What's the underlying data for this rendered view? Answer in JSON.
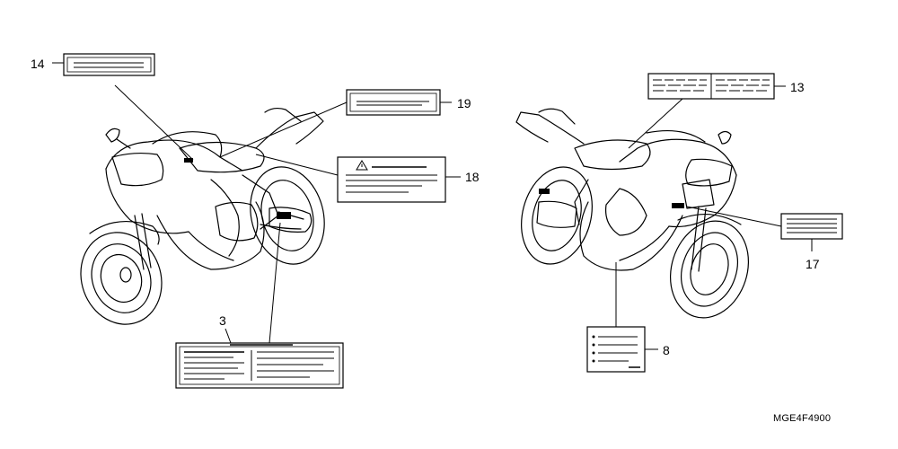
{
  "callouts": {
    "c14": "14",
    "c19": "19",
    "c18": "18",
    "c3": "3",
    "c13": "13",
    "c17": "17",
    "c8": "8"
  },
  "part_code": "MGE4F4900",
  "icons": {
    "warning": "warning-triangle-icon"
  }
}
